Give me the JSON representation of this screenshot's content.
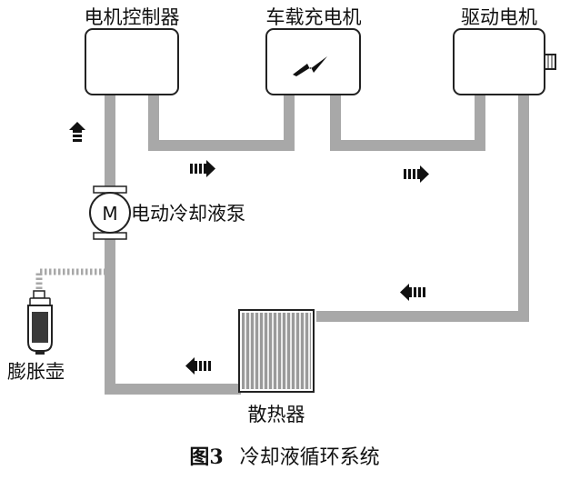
{
  "labels": {
    "controller": "电机控制器",
    "charger": "车载充电机",
    "drive_motor": "驱动电机",
    "pump": "电动冷却液泵",
    "pump_symbol": "M",
    "expansion_tank": "膨胀壶",
    "radiator": "散热器"
  },
  "caption": {
    "figure_no": "图3",
    "title": "冷却液循环系统"
  },
  "colors": {
    "pipe": "#a8a8a8",
    "component_stroke": "#222222",
    "arrow": "#111111"
  },
  "icons": [
    "lightning-icon",
    "flow-arrow-icon",
    "motor-symbol-icon"
  ]
}
